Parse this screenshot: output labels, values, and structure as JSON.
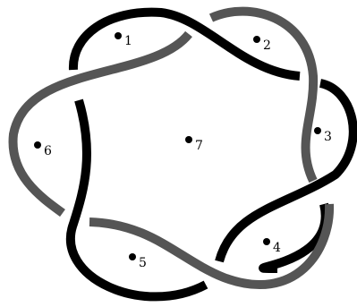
{
  "colors": {
    "background": "#ffffff",
    "strand_black": "#000000",
    "strand_gray": "#555555",
    "region_dot": "#000000",
    "label_text": "#000000"
  },
  "diagram": {
    "kind": "knot-diagram",
    "regions": [
      {
        "id": "region-1",
        "label": "1"
      },
      {
        "id": "region-2",
        "label": "2"
      },
      {
        "id": "region-3",
        "label": "3"
      },
      {
        "id": "region-4",
        "label": "4"
      },
      {
        "id": "region-5",
        "label": "5"
      },
      {
        "id": "region-6",
        "label": "6"
      },
      {
        "id": "region-7",
        "label": "7"
      }
    ]
  }
}
